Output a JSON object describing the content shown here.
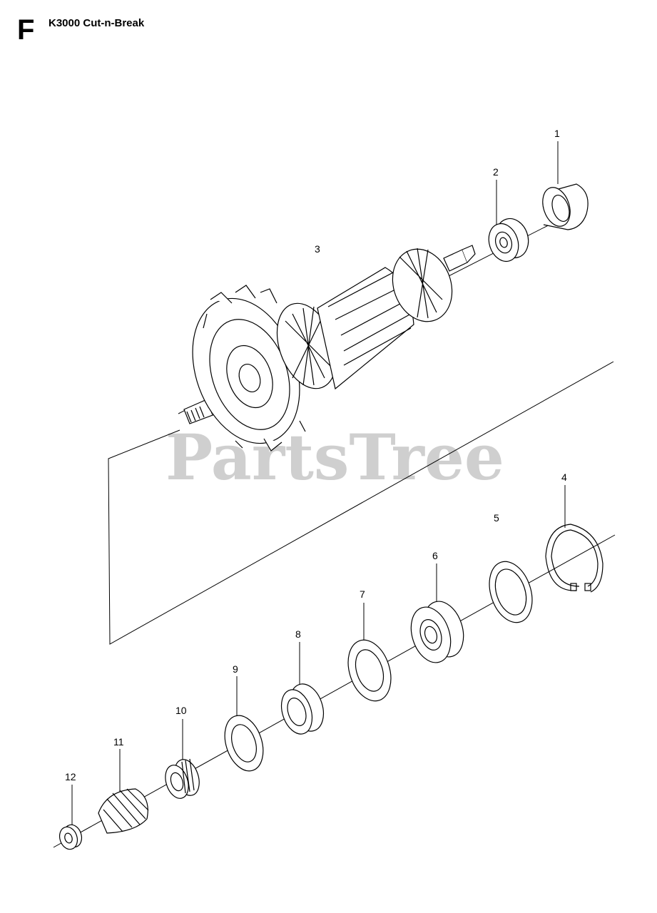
{
  "header": {
    "section": "F",
    "title": "K3000 Cut-n-Break"
  },
  "watermark": {
    "text": "PartsTree"
  },
  "callouts": [
    {
      "id": 1,
      "label": "1"
    },
    {
      "id": 2,
      "label": "2"
    },
    {
      "id": 3,
      "label": "3"
    },
    {
      "id": 4,
      "label": "4"
    },
    {
      "id": 5,
      "label": "5"
    },
    {
      "id": 6,
      "label": "6"
    },
    {
      "id": 7,
      "label": "7"
    },
    {
      "id": 8,
      "label": "8"
    },
    {
      "id": 9,
      "label": "9"
    },
    {
      "id": 10,
      "label": "10"
    },
    {
      "id": 11,
      "label": "11"
    },
    {
      "id": 12,
      "label": "12"
    }
  ],
  "colors": {
    "line": "#000000",
    "watermark": "#cfcfcf"
  }
}
